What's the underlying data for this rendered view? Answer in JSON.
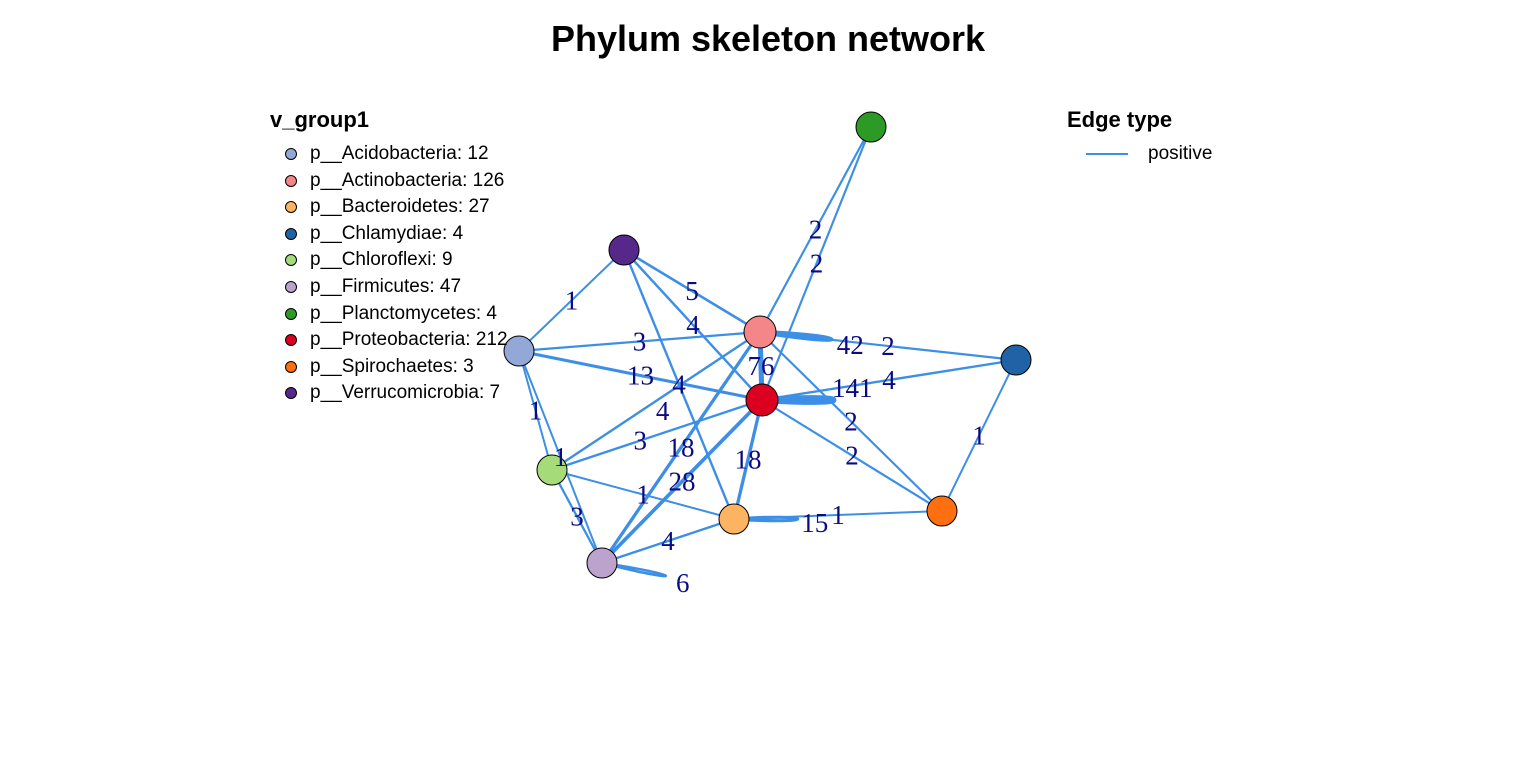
{
  "title": "Phylum skeleton network",
  "legend_nodes": {
    "title": "v_group1",
    "items": [
      {
        "label": "p__Acidobacteria: 12",
        "color": "#93a8d6"
      },
      {
        "label": "p__Actinobacteria: 126",
        "color": "#f4868a"
      },
      {
        "label": "p__Bacteroidetes: 27",
        "color": "#fdb462"
      },
      {
        "label": "p__Chlamydiae: 4",
        "color": "#1f63a6"
      },
      {
        "label": "p__Chloroflexi: 9",
        "color": "#a6db7a"
      },
      {
        "label": "p__Firmicutes: 47",
        "color": "#bca3ce"
      },
      {
        "label": "p__Planctomycetes: 4",
        "color": "#2e9a26"
      },
      {
        "label": "p__Proteobacteria: 212",
        "color": "#dc0020"
      },
      {
        "label": "p__Spirochaetes: 3",
        "color": "#ff6f0f"
      },
      {
        "label": "p__Verrucomicrobia: 7",
        "color": "#55288a"
      }
    ]
  },
  "legend_edges": {
    "title": "Edge type",
    "items": [
      {
        "label": "positive",
        "color": "#3d8fe6"
      }
    ]
  },
  "nodes": [
    "Acidobacteria",
    "Actinobacteria",
    "Bacteroidetes",
    "Chlamydiae",
    "Chloroflexi",
    "Firmicutes",
    "Planctomycetes",
    "Proteobacteria",
    "Spirochaetes",
    "Verrucomicrobia"
  ],
  "edges": [
    {
      "s": "Planctomycetes",
      "t": "Actinobacteria",
      "w": 2
    },
    {
      "s": "Planctomycetes",
      "t": "Proteobacteria",
      "w": 2
    },
    {
      "s": "Verrucomicrobia",
      "t": "Acidobacteria",
      "w": 1
    },
    {
      "s": "Verrucomicrobia",
      "t": "Actinobacteria",
      "w": 5
    },
    {
      "s": "Verrucomicrobia",
      "t": "Proteobacteria",
      "w": 4
    },
    {
      "s": "Verrucomicrobia",
      "t": "Bacteroidetes",
      "w": 4
    },
    {
      "s": "Acidobacteria",
      "t": "Actinobacteria",
      "w": 3
    },
    {
      "s": "Acidobacteria",
      "t": "Proteobacteria",
      "w": 13
    },
    {
      "s": "Acidobacteria",
      "t": "Chloroflexi",
      "w": 1
    },
    {
      "s": "Acidobacteria",
      "t": "Firmicutes",
      "w": 1
    },
    {
      "s": "Actinobacteria",
      "t": "Actinobacteria",
      "w": 42
    },
    {
      "s": "Actinobacteria",
      "t": "Chlamydiae",
      "w": 2
    },
    {
      "s": "Actinobacteria",
      "t": "Proteobacteria",
      "w": 76
    },
    {
      "s": "Actinobacteria",
      "t": "Chloroflexi",
      "w": 4
    },
    {
      "s": "Actinobacteria",
      "t": "Firmicutes",
      "w": 18
    },
    {
      "s": "Actinobacteria",
      "t": "Spirochaetes",
      "w": 2
    },
    {
      "s": "Proteobacteria",
      "t": "Proteobacteria",
      "w": 141
    },
    {
      "s": "Proteobacteria",
      "t": "Chlamydiae",
      "w": 4
    },
    {
      "s": "Proteobacteria",
      "t": "Spirochaetes",
      "w": 2
    },
    {
      "s": "Proteobacteria",
      "t": "Chloroflexi",
      "w": 3
    },
    {
      "s": "Proteobacteria",
      "t": "Firmicutes",
      "w": 28
    },
    {
      "s": "Proteobacteria",
      "t": "Bacteroidetes",
      "w": 18
    },
    {
      "s": "Chlamydiae",
      "t": "Spirochaetes",
      "w": 1
    },
    {
      "s": "Chloroflexi",
      "t": "Firmicutes",
      "w": 3
    },
    {
      "s": "Chloroflexi",
      "t": "Bacteroidetes",
      "w": 1
    },
    {
      "s": "Bacteroidetes",
      "t": "Bacteroidetes",
      "w": 15
    },
    {
      "s": "Bacteroidetes",
      "t": "Spirochaetes",
      "w": 1
    },
    {
      "s": "Firmicutes",
      "t": "Bacteroidetes",
      "w": 4
    },
    {
      "s": "Firmicutes",
      "t": "Firmicutes",
      "w": 6
    }
  ]
}
